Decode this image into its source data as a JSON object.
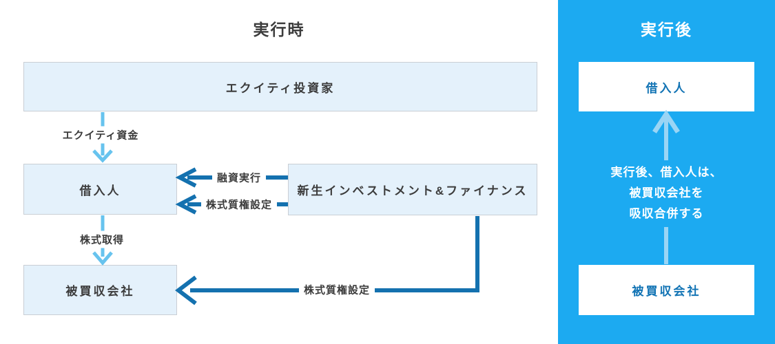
{
  "left_panel": {
    "title": "実行時",
    "boxes": {
      "equity_investor": {
        "label": "エクイティ投資家"
      },
      "borrower": {
        "label": "借入人"
      },
      "lender": {
        "label": "新生インベストメント&ファイナンス"
      },
      "target": {
        "label": "被買収会社"
      }
    },
    "arrow_labels": {
      "equity_funds": "エクイティ資金",
      "loan_execution": "融資実行",
      "share_pledge_borrower": "株式質権設定",
      "share_acquisition": "株式取得",
      "share_pledge_target": "株式質権設定"
    }
  },
  "right_panel": {
    "title": "実行後",
    "boxes": {
      "borrower": {
        "label": "借入人"
      },
      "target": {
        "label": "被買収会社"
      }
    },
    "note_lines": {
      "line1": "実行後、借入人は、",
      "line2": "被買収会社を",
      "line3": "吸収合併する"
    }
  },
  "colors": {
    "panel_blue": "#1caaf1",
    "box_fill_light": "#e4f1fb",
    "box_border": "#c9ced4",
    "dark_arrow_blue": "#1471af",
    "light_arrow_blue": "#67c3ee",
    "pale_arrow_blue": "#9ad5f5",
    "text_dark": "#3c3c3c",
    "text_box_blue": "#1173b4"
  }
}
